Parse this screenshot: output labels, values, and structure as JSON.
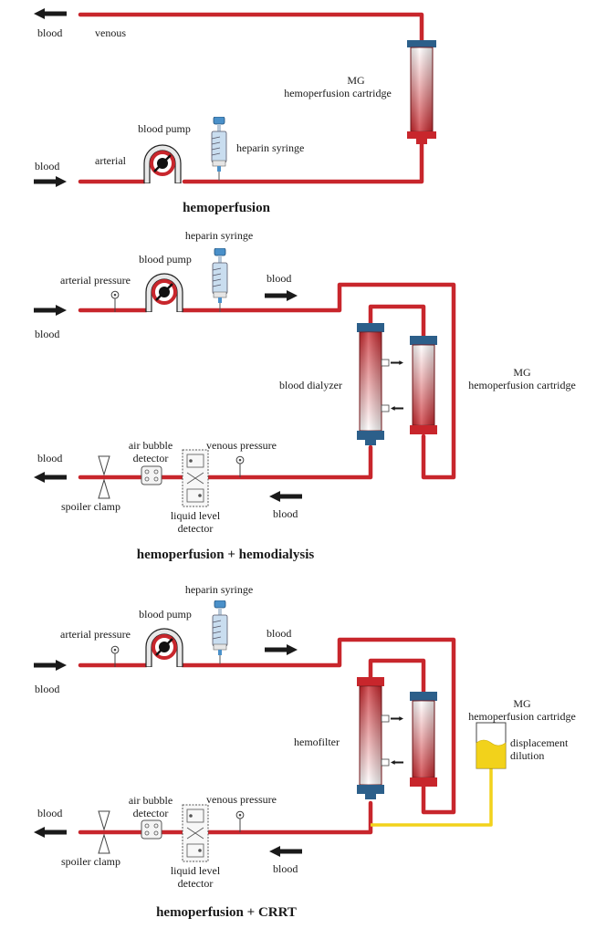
{
  "colors": {
    "tube": "#c8262c",
    "cartridge_cap": "#2c5f8a",
    "dilution_line": "#f2d21b",
    "arrow": "#1a1a1a"
  },
  "panel1": {
    "blood_out": "blood",
    "venous": "venous",
    "cartridge": [
      "MG",
      "hemoperfusion cartridge"
    ],
    "blood_pump": "blood pump",
    "heparin_syringe": "heparin syringe",
    "blood_in": "blood",
    "arterial": "arterial",
    "caption": "hemoperfusion"
  },
  "panel2": {
    "heparin_syringe": "heparin syringe",
    "blood_pump": "blood pump",
    "arterial_pressure": "arterial pressure",
    "blood_flow": "blood",
    "blood_in": "blood",
    "dialyzer": "blood dialyzer",
    "cartridge": [
      "MG",
      "hemoperfusion cartridge"
    ],
    "blood_out": "blood",
    "air_bubble_detector": [
      "air bubble",
      "detector"
    ],
    "venous_pressure": "venous pressure",
    "spoiler_clamp": "spoiler clamp",
    "liquid_level_detector": [
      "liquid level",
      "detector"
    ],
    "blood_return": "blood",
    "caption": "hemoperfusion + hemodialysis"
  },
  "panel3": {
    "heparin_syringe": "heparin syringe",
    "blood_pump": "blood pump",
    "arterial_pressure": "arterial pressure",
    "blood_flow": "blood",
    "blood_in": "blood",
    "hemofilter": "hemofilter",
    "cartridge": [
      "MG",
      "hemoperfusion cartridge"
    ],
    "displacement": [
      "displacement",
      "dilution"
    ],
    "blood_out": "blood",
    "air_bubble_detector": [
      "air bubble",
      "detector"
    ],
    "venous_pressure": "venous pressure",
    "spoiler_clamp": "spoiler clamp",
    "liquid_level_detector": [
      "liquid level",
      "detector"
    ],
    "blood_return": "blood",
    "caption": "hemoperfusion + CRRT"
  }
}
